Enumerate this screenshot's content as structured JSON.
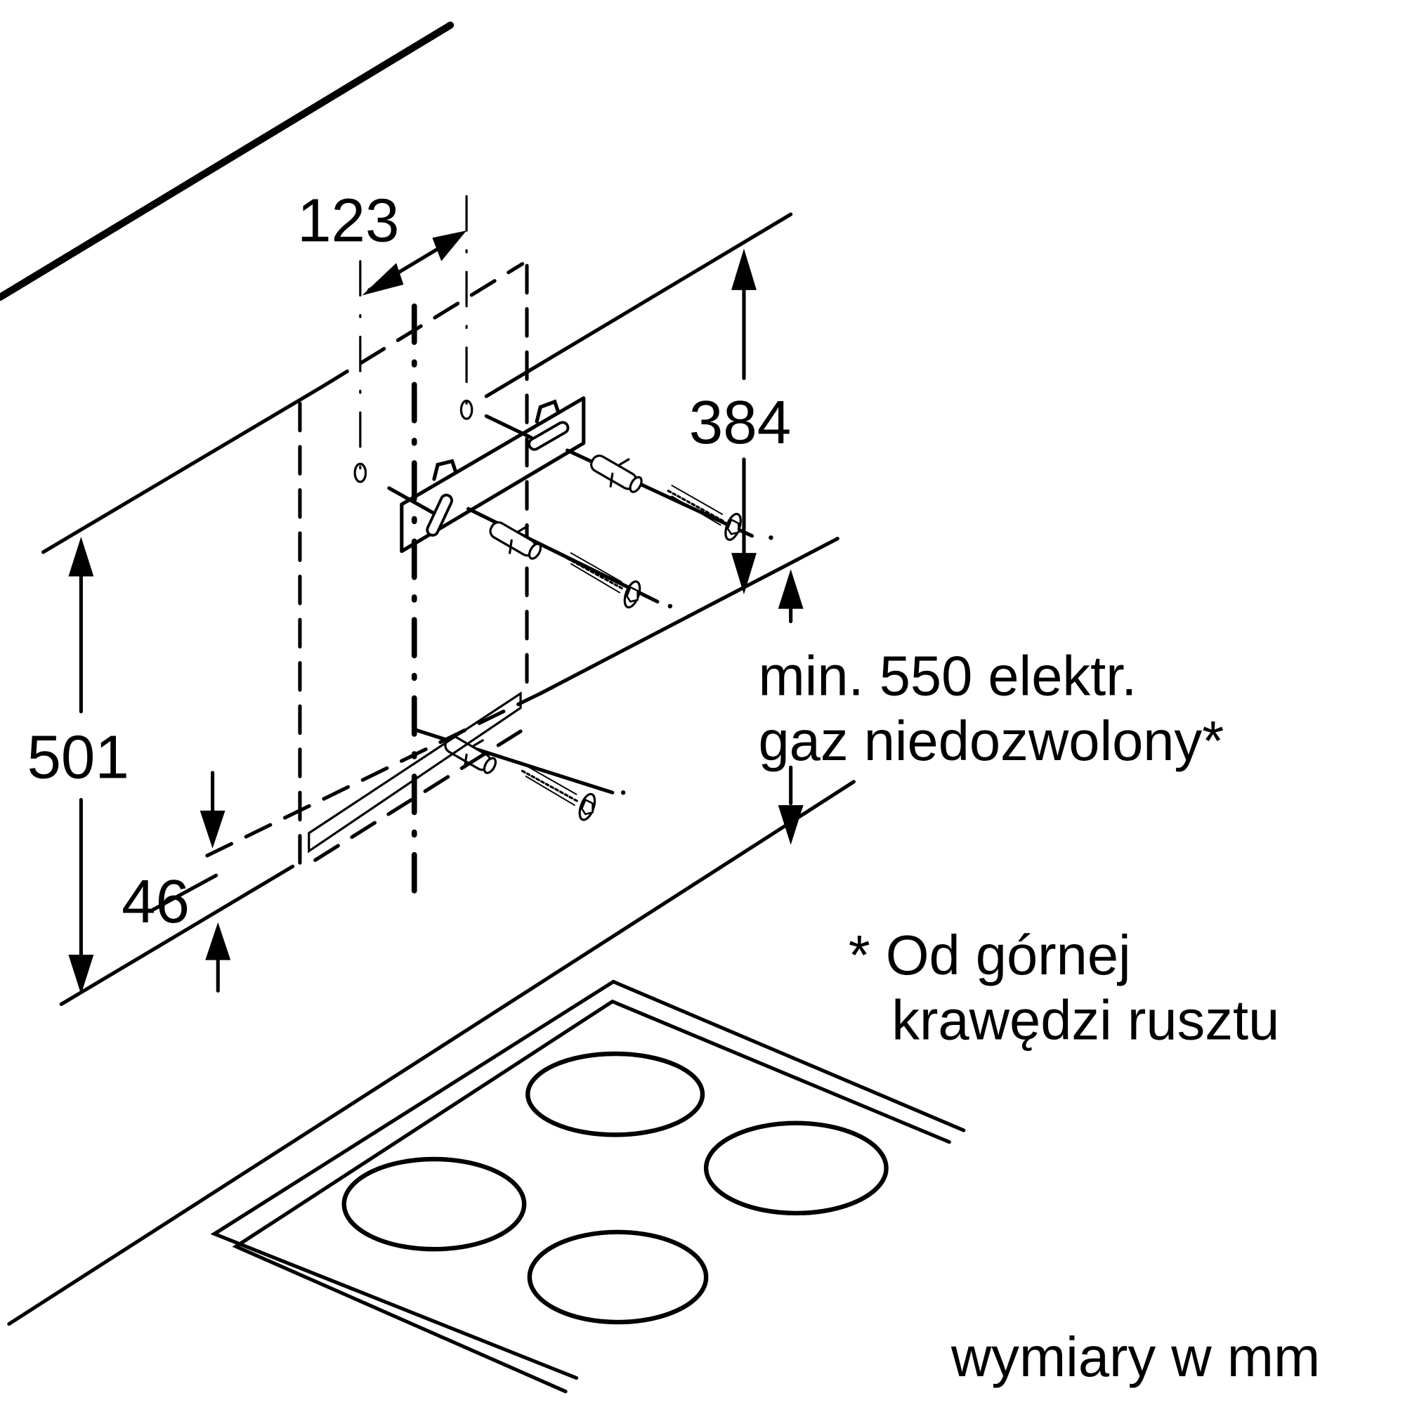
{
  "diagram": {
    "title": "Range hood wall mounting dimensions",
    "dimensions": {
      "bracket_hole_spacing": "123",
      "bracket_height": "384",
      "overall_height": "501",
      "bottom_offset": "46"
    },
    "labels": {
      "min_clearance_line1": "min. 550 elektr.",
      "min_clearance_line2": "gaz niedozwolony*",
      "footnote_line1": "* Od górnej",
      "footnote_line2": "krawędzi rusztu",
      "units": "wymiary w mm"
    },
    "parts": [
      "wall-bracket",
      "wall-plug",
      "screw-with-washer",
      "hob",
      "ceiling-line",
      "lower-mounting-strip"
    ],
    "hob": {
      "burner_count": 4
    },
    "line_color": "#000000",
    "background_color": "#ffffff"
  }
}
